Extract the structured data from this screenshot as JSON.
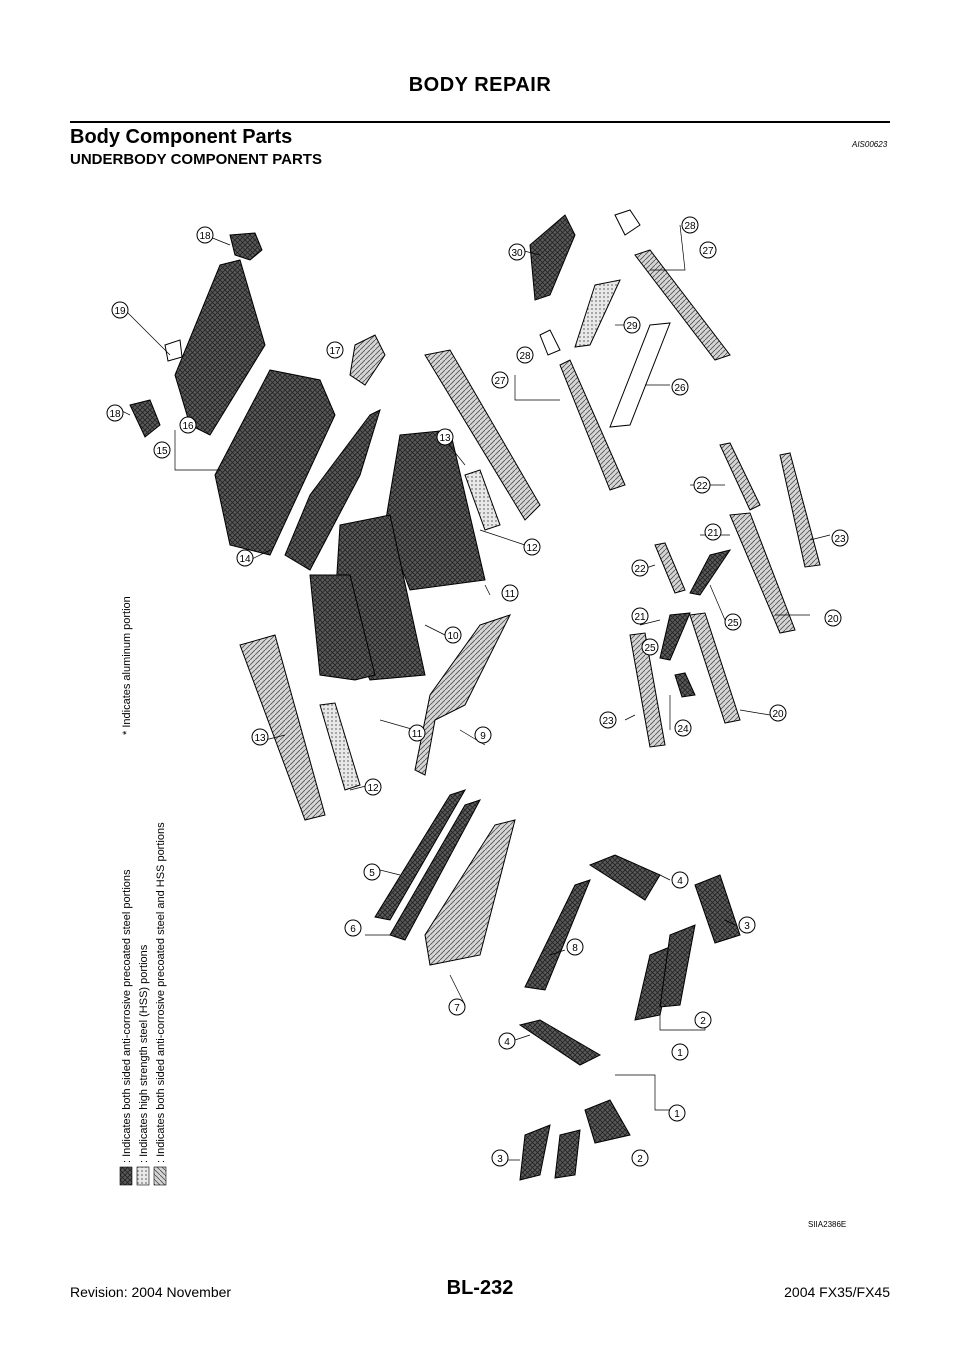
{
  "header": {
    "title": "BODY REPAIR"
  },
  "section": {
    "title": "Body Component Parts",
    "ref_code": "AIS00623"
  },
  "subsection": {
    "title": "UNDERBODY COMPONENT PARTS"
  },
  "legend": {
    "items": [
      {
        "text": ": Indicates both sided anti-corrosive precoated steel portions",
        "pattern": "crosshatch-dark"
      },
      {
        "text": ": Indicates high strength steel (HSS) portions",
        "pattern": "dots-light"
      },
      {
        "text": ": Indicates both sided anti-corrosive precoated steel and HSS portions",
        "pattern": "diagonal-lines"
      }
    ],
    "note": "* Indicates aluminum portion"
  },
  "callouts": [
    "18",
    "19",
    "18",
    "16",
    "15",
    "17",
    "14",
    "13",
    "12",
    "11",
    "10",
    "9",
    "13",
    "12",
    "11",
    "30",
    "28",
    "27",
    "29",
    "28",
    "27",
    "26",
    "22",
    "21",
    "23",
    "22",
    "21",
    "25",
    "20",
    "25",
    "24",
    "23",
    "20",
    "5",
    "6",
    "7",
    "8",
    "4",
    "3",
    "4",
    "2",
    "1",
    "1",
    "2",
    "3"
  ],
  "diagram_code": "SIIA2386E",
  "footer": {
    "page": "BL-232",
    "revision": "Revision: 2004 November",
    "model": "2004 FX35/FX45"
  }
}
